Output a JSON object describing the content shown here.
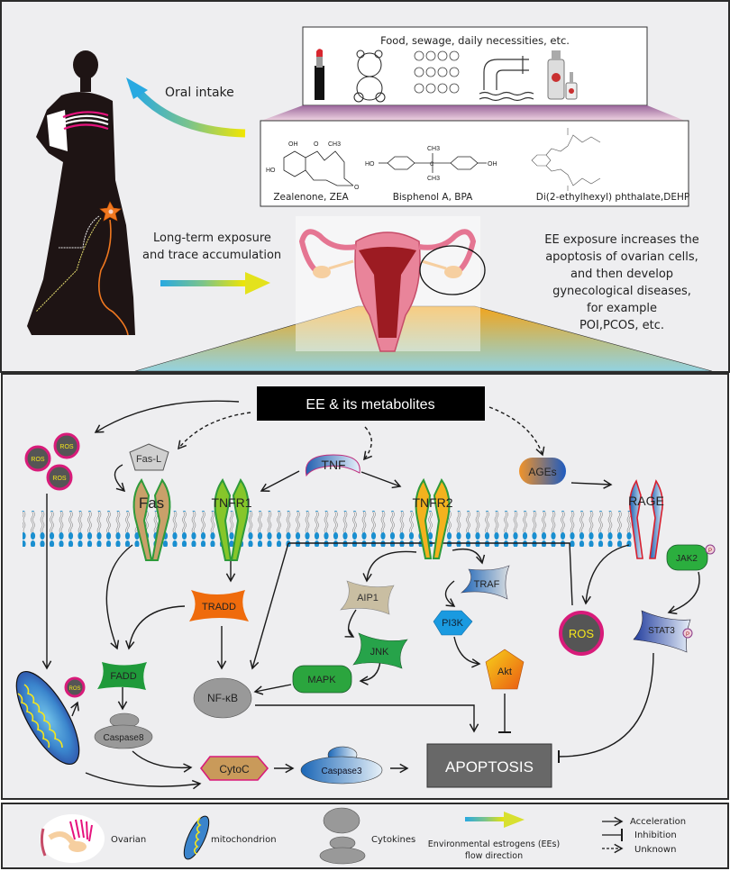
{
  "top_panel": {
    "sources_box": {
      "title": "Food, sewage, daily necessities, etc.",
      "items": [
        "lipstick-icon",
        "teddy-bear-icon",
        "fruits-vegetables-icon",
        "sewage-pipe-icon",
        "spray-bottle-icon"
      ]
    },
    "chemicals": [
      {
        "structure": {
          "oh1": "OH",
          "oh2": "HO",
          "ch3": "CH3",
          "o1": "O",
          "o2": "O"
        },
        "name": "Zealenone, ZEA"
      },
      {
        "structure": {
          "ho": "HO",
          "oh": "OH",
          "ch3a": "CH3",
          "ch3b": "CH3",
          "c": "C"
        },
        "name": "Bisphenol A, BPA"
      },
      {
        "name": "Di(2-ethylhexyl) phthalate,DEHP"
      }
    ],
    "oral_intake_label": "Oral intake",
    "exposure_label_line1": "Long-term exposure",
    "exposure_label_line2": "and trace accumulation",
    "description_lines": [
      "EE exposure increases the",
      "apoptosis of ovarian cells,",
      "and then develop",
      "gynecological diseases,",
      "for example",
      "POI,PCOS, etc."
    ],
    "colors": {
      "arrow_start": "#29a9e1",
      "arrow_end": "#f2e600",
      "dress": "#1e1414",
      "stripe": "#e6127d"
    }
  },
  "pathway": {
    "source_label": "EE & its metabolites",
    "nodes": {
      "ros_small": "ROS",
      "fas_l": "Fas-L",
      "fas": "Fas",
      "tnfr1": "TNFR1",
      "tnf": "TNF",
      "tnfr2": "TNFR2",
      "ages": "AGEs",
      "rage": "RAGE",
      "tradd": "TRADD",
      "fadd": "FADD",
      "caspase8": "Caspase8",
      "nfkb": "NF-κB",
      "aip1": "AIP1",
      "jnk": "JNK",
      "mapk": "MAPK",
      "traf": "TRAF",
      "pi3k": "PI3K",
      "akt": "Akt",
      "ros_large": "ROS",
      "jak2": "JAK2",
      "stat3": "STAT3",
      "phospho": "P",
      "cytoc": "CytoC",
      "caspase3": "Caspase3",
      "apoptosis": "APOPTOSIS"
    },
    "colors": {
      "ros_ring": "#d81b7a",
      "ros_fill": "#555555",
      "ros_text": "#f5e61c",
      "fas": "#c9a06a",
      "tnfr1": "#86c62a",
      "tnfr2": "#f3b21e",
      "receptor_outline": "#2e9a3a",
      "rage_outline": "#d8202f",
      "tradd": "#ef6b0c",
      "fadd": "#1f9a3a",
      "jnk": "#27a34a",
      "mapk": "#2ba53e",
      "jak2": "#2bae3e",
      "aip1": "#c9bea2",
      "pi3k": "#1a9ae0",
      "cytoc": "#c99a5a",
      "apoptosis_fill": "#686868",
      "membrane": "#1a8fd0"
    }
  },
  "legend": {
    "items": [
      {
        "icon": "ovary-icon",
        "label": "Ovarian"
      },
      {
        "icon": "mitochondrion-icon",
        "label": "mitochondrion"
      },
      {
        "icon": "cytokine-icon",
        "label": "Cytokines"
      },
      {
        "icon": "gradient-arrow-icon",
        "label_line1": "Environmental estrogens (EEs)",
        "label_line2": "flow direction"
      }
    ],
    "arrow_types": [
      {
        "icon": "acceleration-arrow-icon",
        "label": "Acceleration"
      },
      {
        "icon": "inhibition-bar-icon",
        "label": "Inhibition"
      },
      {
        "icon": "dashed-arrow-icon",
        "label": "Unknown"
      }
    ]
  }
}
